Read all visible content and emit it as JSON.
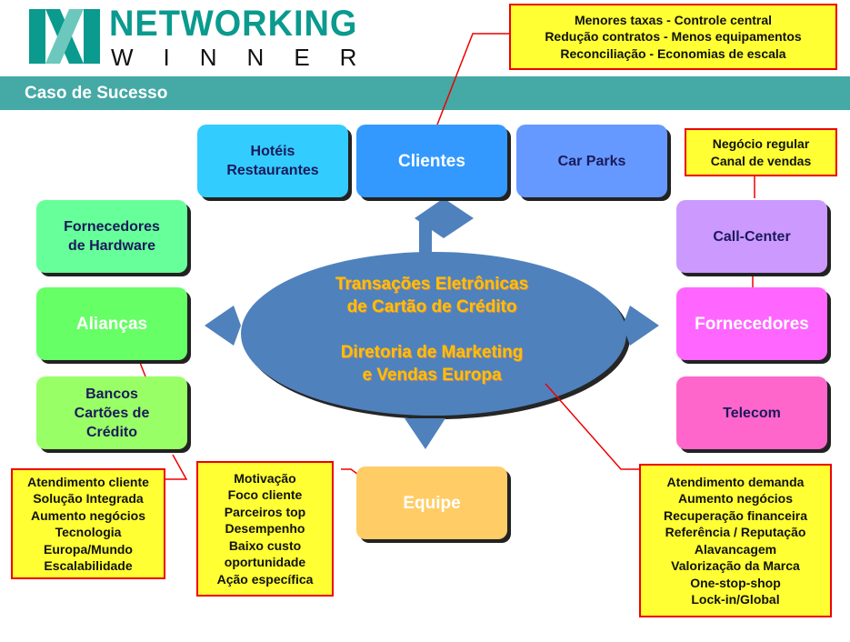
{
  "logo": {
    "line1": "NETWORKING",
    "line2": "WINNER",
    "brand_color": "#0a9a8e"
  },
  "header": {
    "title": "Caso de Sucesso"
  },
  "center": {
    "line1": "Transações Eletrônicas",
    "line2": "de Cartão de Crédito",
    "line3": "Diretoria de Marketing",
    "line4": "e Vendas Europa"
  },
  "nodes": {
    "hoteis": "Hotéis\nRestaurantes",
    "clientes": "Clientes",
    "carparks": "Car Parks",
    "hardware": "Fornecedores\nde Hardware",
    "aliancas": "Alianças",
    "bancos": "Bancos\nCartões de\nCrédito",
    "callcenter": "Call-Center",
    "fornecedores": "Fornecedores",
    "telecom": "Telecom",
    "equipe": "Equipe"
  },
  "notes": {
    "clientes": [
      "Menores taxas  -  Controle central",
      "Redução contratos  -  Menos equipamentos",
      "Reconciliação  -  Economias de escala"
    ],
    "callcenter": [
      "Negócio regular",
      "Canal de vendas"
    ],
    "bancos": [
      "Atendimento cliente",
      "Solução Integrada",
      "Aumento negócios",
      "Tecnologia",
      "Europa/Mundo",
      "Escalabilidade"
    ],
    "equipe": [
      "Motivação",
      "Foco cliente",
      "Parceiros top",
      "Desempenho",
      "Baixo custo",
      "oportunidade",
      "Ação específica"
    ],
    "diretoria": [
      "Atendimento demanda",
      "Aumento negócios",
      "Recuperação financeira",
      "Referência / Reputação",
      "Alavancagem",
      "Valorização da Marca",
      "One-stop-shop",
      "Lock-in/Global"
    ]
  }
}
